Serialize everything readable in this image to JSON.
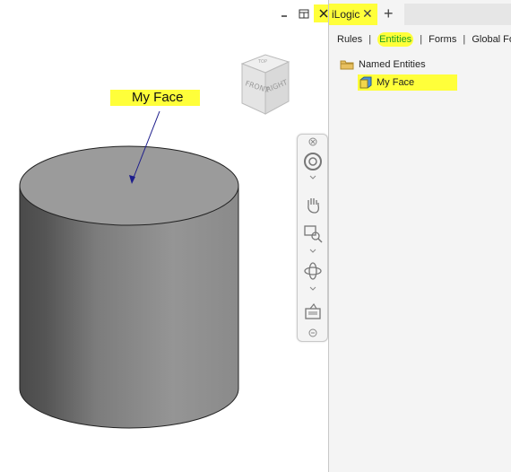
{
  "window": {
    "icons": [
      "minimize-icon",
      "restore-icon",
      "close-icon"
    ],
    "highlight_color": "#ffff3a"
  },
  "panel": {
    "tab": {
      "title": "iLogic",
      "close_icon": "close-icon",
      "add_icon": "plus-icon"
    },
    "subtabs": {
      "rules": "Rules",
      "entities": "Entities",
      "forms": "Forms",
      "global_forms": "Global Form"
    },
    "tree": {
      "root": {
        "label": "Named Entities",
        "icon": "folder-icon"
      },
      "child": {
        "label": "My Face",
        "icon": "face-icon"
      }
    }
  },
  "viewport": {
    "callout": "My Face",
    "viewcube": {
      "front": "FRONT",
      "right": "RIGHT",
      "top": "TOP"
    },
    "navbar": [
      "close-icon",
      "steering-wheel-icon",
      "pan-icon",
      "zoom-window-icon",
      "orbit-icon",
      "look-at-icon",
      "menu-icon"
    ]
  }
}
